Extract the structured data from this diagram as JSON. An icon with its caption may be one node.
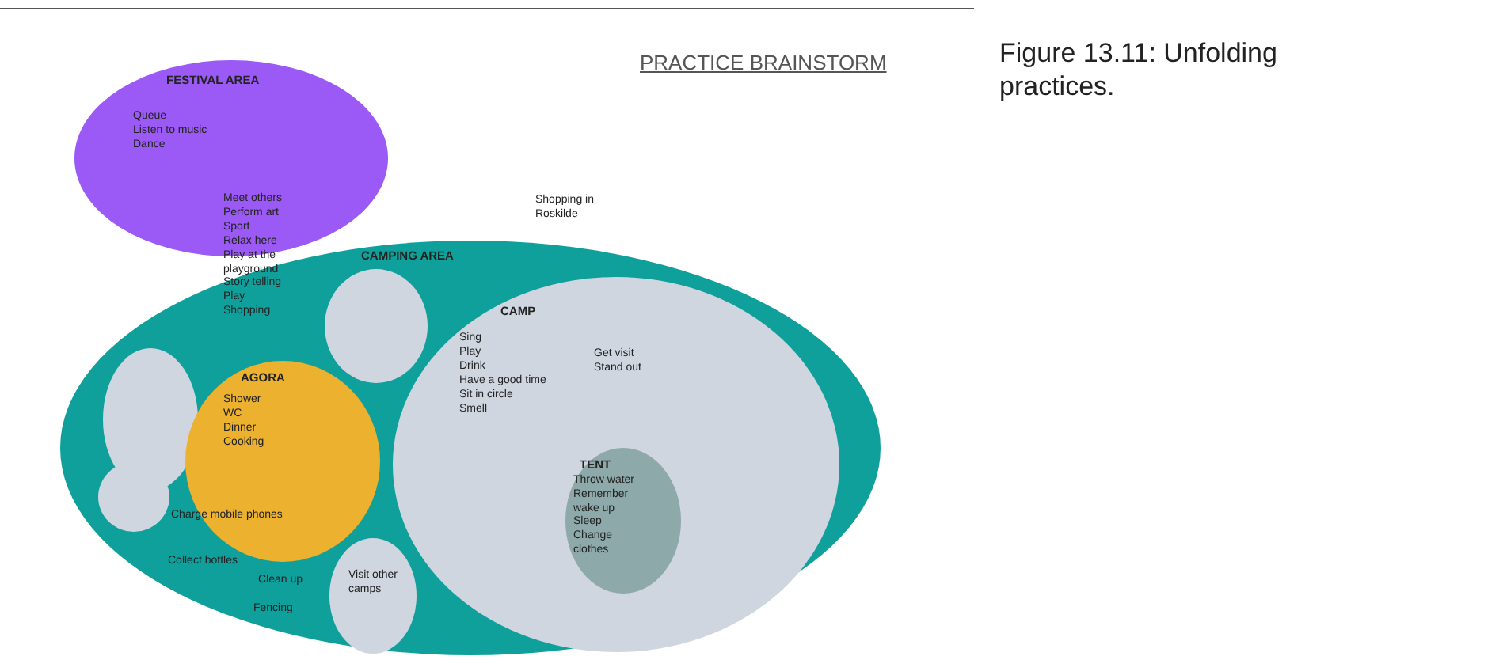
{
  "diagram": {
    "title": "PRACTICE BRAINSTORM",
    "caption": "Figure 13.11: Unfolding practices.",
    "nodes": [
      {
        "text": [
          "FESTIVAL AREA",
          "Queue",
          "Listen to music",
          "Dance"
        ]
      },
      {
        "text": [
          "CAMPING AREA"
        ]
      },
      {
        "text": [],
        "shape": "circle",
        "in": 1
      },
      {
        "text": [],
        "shape": "circle",
        "in": 1
      },
      {
        "text": [
          "AGORA",
          "Shower",
          "WC",
          "Dinner",
          "Cooking"
        ],
        "in": 1
      },
      {
        "text": [],
        "shape": "circle",
        "in": 1
      },
      {
        "text": [
          "CAMP",
          "Sing",
          "Play",
          "Drink",
          "Have a good time",
          "Sit in circle",
          "Smell",
          "Get visit",
          "Stand out"
        ],
        "in": 1
      },
      {
        "text": [
          "TENT",
          "Throw water",
          "Remember wake up",
          "Sleep",
          "Change clothes"
        ],
        "in": 6
      },
      {
        "text": [
          "Visit other camps"
        ],
        "in": 1
      }
    ],
    "labels": [
      "Meet others",
      "Perform art",
      "Sport",
      "Relax here",
      "Play at the playground",
      "Story telling",
      "Play",
      "Shopping",
      "Shopping in Roskilde",
      "Charge mobile phones",
      "Collect bottles",
      "Clean up",
      "Fencing"
    ]
  }
}
